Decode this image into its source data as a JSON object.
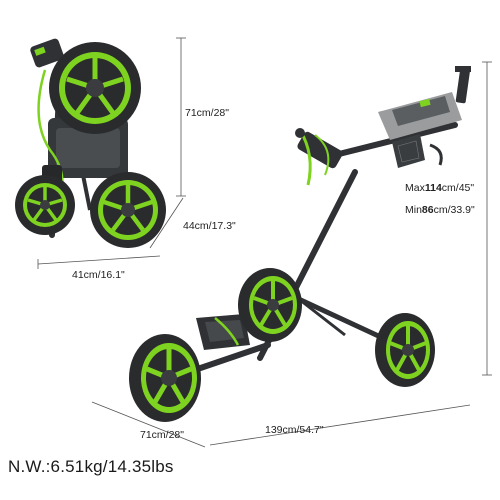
{
  "image": {
    "subject": "folding three-wheel golf push cart, folded and unfolded views with dimensions",
    "colors": {
      "frame": "#2f3134",
      "frame_dark": "#1e1f21",
      "accent": "#7ed321",
      "accent_dark": "#4f9a12",
      "tire": "#2a2b2d",
      "dimension_line": "#555555"
    }
  },
  "dimensions": {
    "folded_height": "71cm/28\"",
    "folded_depth": "44cm/17.3\"",
    "folded_width": "41cm/16.1\"",
    "height_max": {
      "prefix": "Max",
      "value": "114",
      "suffix": "cm/45\""
    },
    "height_min": {
      "prefix": "Min",
      "value": "86",
      "suffix": "cm/33.9\""
    },
    "open_width": "71cm/28\"",
    "open_length": "139cm/54.7\""
  },
  "weight": "N.W.:6.51kg/14.35lbs"
}
